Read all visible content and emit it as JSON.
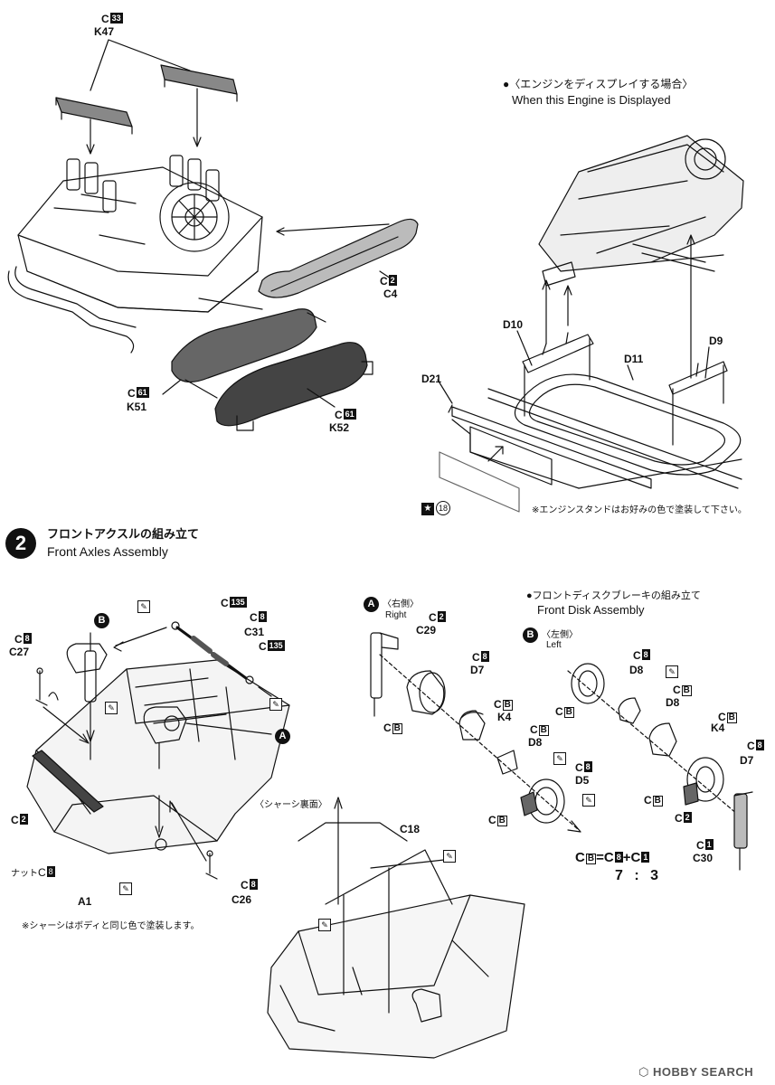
{
  "step1": {
    "labels": {
      "c33": {
        "prefix": "C",
        "code": "33"
      },
      "k47": "K47",
      "c2_muffler": {
        "prefix": "C",
        "code": "2"
      },
      "c4": "C4",
      "c61_left": {
        "prefix": "C",
        "code": "61"
      },
      "k51": "K51",
      "c61_right": {
        "prefix": "C",
        "code": "61"
      },
      "k52": "K52"
    },
    "display": {
      "title_jp": "〈エンジンをディスプレイする場合〉",
      "title_en": "When this Engine is Displayed",
      "d10": "D10",
      "d9": "D9",
      "d11": "D11",
      "d21": "D21",
      "star_part": "18",
      "note": "※エンジンスタンドはお好みの色で塗装して下さい。"
    }
  },
  "step2": {
    "number": "2",
    "title_jp": "フロントアクスルの組み立て",
    "title_en": "Front Axles Assembly",
    "labels": {
      "c135_a": {
        "prefix": "C",
        "code": "135"
      },
      "c8_top": {
        "prefix": "C",
        "code": "8"
      },
      "c31": "C31",
      "c135_b": {
        "prefix": "C",
        "code": "135"
      },
      "c8_left": {
        "prefix": "C",
        "code": "8"
      },
      "c27": "C27",
      "b_marker": "B",
      "a_marker": "A",
      "c2_left": {
        "prefix": "C",
        "code": "2"
      },
      "nut_label": "ナット",
      "nut_code": {
        "prefix": "C",
        "code": "8"
      },
      "a1": "A1",
      "c8_bottom": {
        "prefix": "C",
        "code": "8"
      },
      "c26": "C26",
      "chassis_note": "※シャーシはボディと同じ色で塗装します。",
      "chassis_underside": "〈シャーシ裏面〉",
      "c18": "C18"
    },
    "brake": {
      "title_jp": "●フロントディスクブレーキの組み立て",
      "title_en": "Front Disk Assembly",
      "right": {
        "marker": "A",
        "side_jp": "〈右側〉",
        "side_en": "Right"
      },
      "left": {
        "marker": "B",
        "side_jp": "〈左側〉",
        "side_en": "Left"
      },
      "labels": {
        "c2_r": {
          "prefix": "C",
          "code": "2"
        },
        "c29": "C29",
        "c8_r": {
          "prefix": "C",
          "code": "8"
        },
        "d7_r": "D7",
        "cb_r1": {
          "prefix": "C",
          "code": "B"
        },
        "cb_r2": {
          "prefix": "C",
          "code": "B"
        },
        "k4_r": "K4",
        "cb_r3": {
          "prefix": "C",
          "code": "B"
        },
        "d8_r": "D8",
        "c8_r2": {
          "prefix": "C",
          "code": "8"
        },
        "d5": "D5",
        "cb_r4": {
          "prefix": "C",
          "code": "B"
        },
        "c8_l": {
          "prefix": "C",
          "code": "8"
        },
        "d8_l1": "D8",
        "cb_l1": {
          "prefix": "C",
          "code": "B"
        },
        "cb_l2": {
          "prefix": "C",
          "code": "B"
        },
        "d8_l2": "D8",
        "cb_l3": {
          "prefix": "C",
          "code": "B"
        },
        "k4_l": "K4",
        "c8_l2": {
          "prefix": "C",
          "code": "8"
        },
        "d7_l": "D7",
        "cb_l4": {
          "prefix": "C",
          "code": "B"
        },
        "c2_l": {
          "prefix": "C",
          "code": "2"
        },
        "c1": {
          "prefix": "C",
          "code": "1"
        },
        "c30": "C30"
      },
      "formula": {
        "lhs": {
          "prefix": "C",
          "code": "B"
        },
        "eq": "=",
        "t1": {
          "prefix": "C",
          "code": "8"
        },
        "plus": "+",
        "t2": {
          "prefix": "C",
          "code": "1"
        },
        "ratio": "7 : 3"
      }
    }
  },
  "watermark": "HOBBY SEARCH",
  "colors": {
    "ink": "#111111",
    "paper": "#ffffff",
    "shade": "#555555"
  }
}
